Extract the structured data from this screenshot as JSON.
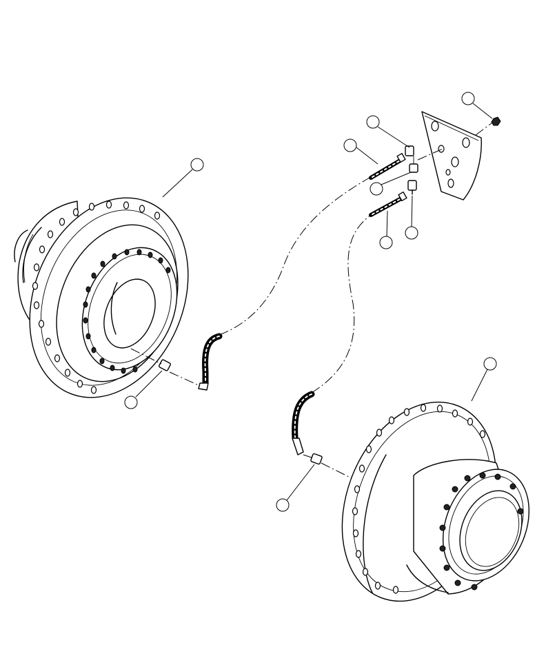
{
  "diagram": {
    "type": "exploded-parts-view",
    "parts": [
      {
        "id": "motor-upper-left",
        "icon": "hydraulic-motor-housing"
      },
      {
        "id": "motor-lower-right",
        "icon": "hydraulic-motor-housing"
      },
      {
        "id": "hose-upper",
        "icon": "hydraulic-hose"
      },
      {
        "id": "hose-lower",
        "icon": "hydraulic-hose"
      },
      {
        "id": "fitting-upper",
        "icon": "straight-fitting"
      },
      {
        "id": "fitting-lower",
        "icon": "straight-fitting"
      },
      {
        "id": "bulkhead-plate",
        "icon": "mounting-plate"
      },
      {
        "id": "nut",
        "icon": "hex-nut"
      },
      {
        "id": "tube-upper",
        "icon": "threaded-tube"
      },
      {
        "id": "tube-lower",
        "icon": "threaded-tube"
      },
      {
        "id": "tee-upper",
        "icon": "tee-fitting"
      },
      {
        "id": "elbow-lower",
        "icon": "elbow-fitting"
      }
    ],
    "callouts": [
      "",
      "",
      "",
      "",
      "",
      "",
      "",
      "",
      "",
      "",
      ""
    ]
  }
}
